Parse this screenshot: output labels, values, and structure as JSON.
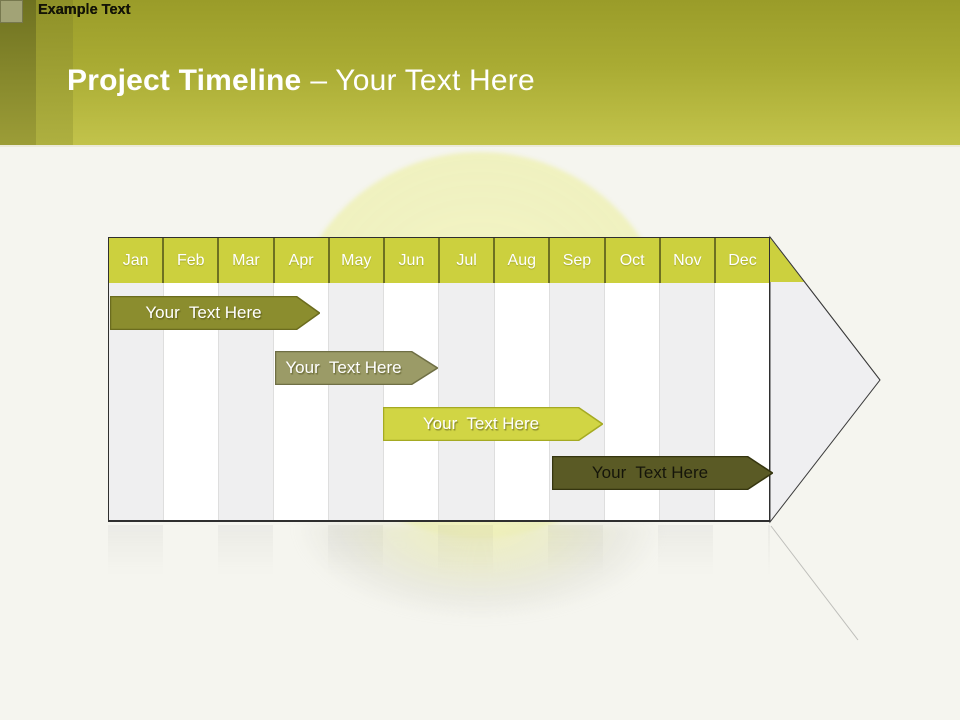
{
  "header": {
    "title_bold": "Project Timeline",
    "title_light": "– Your Text Here",
    "background_color": "#a9ab33"
  },
  "legend": {
    "items": [
      {
        "label": "Example Text",
        "color": "#999b38"
      },
      {
        "label": "Example Text",
        "color": "#d4d74e"
      },
      {
        "label": "Example Text",
        "color": "#5a5b33"
      },
      {
        "label": "Example Text",
        "color": "#a2a376"
      }
    ]
  },
  "chart_data": {
    "type": "timeline",
    "title": "Project Timeline – Your Text Here",
    "months": [
      "Jan",
      "Feb",
      "Mar",
      "Apr",
      "May",
      "Jun",
      "Jul",
      "Aug",
      "Sep",
      "Oct",
      "Nov",
      "Dec"
    ],
    "month_header_color": "#ccd03e",
    "arrow_fill_color": "#efeff1",
    "column_stripe_colors": [
      "#efeff0",
      "#ffffff"
    ],
    "bars": [
      {
        "label": "Your  Text Here",
        "row": 1,
        "start": "Jan",
        "end": "Apr",
        "color": "#8b8d2e",
        "text_color": "#ffffff"
      },
      {
        "label": "Your  Text Here",
        "row": 2,
        "start": "Apr",
        "end": "Jun",
        "color": "#9b9b67",
        "text_color": "#ffffff"
      },
      {
        "label": "Your  Text Here",
        "row": 3,
        "start": "Jun",
        "end": "Sep",
        "color": "#d1d544",
        "text_color": "#ffffff"
      },
      {
        "label": "Your  Text Here",
        "row": 4,
        "start": "Sep",
        "end": "Dec",
        "color": "#5a5a25",
        "text_color": "#15150a"
      }
    ]
  }
}
